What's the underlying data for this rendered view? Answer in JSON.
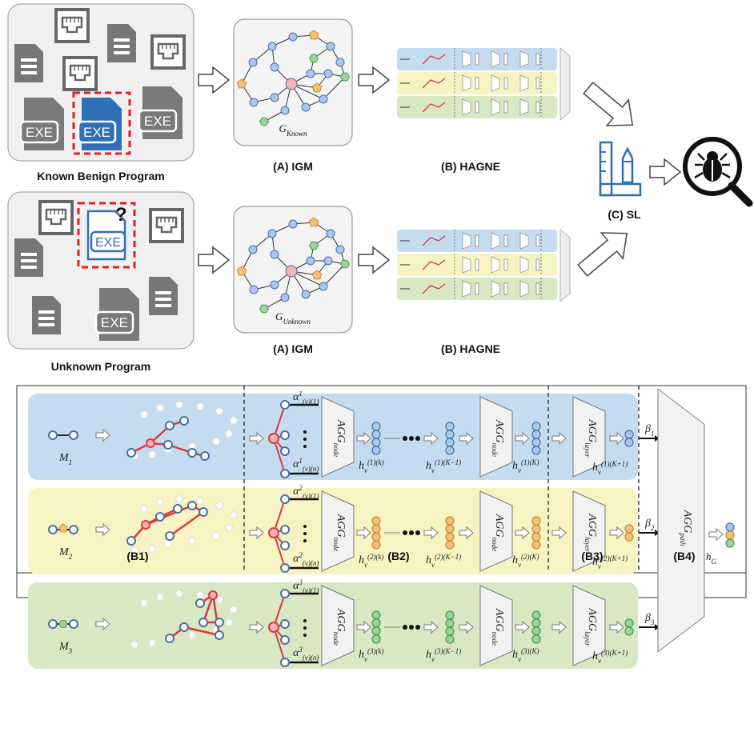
{
  "top": {
    "known_label": "Known Benign Program",
    "unknown_label": "Unknown Program",
    "igm_label": "(A) IGM",
    "hagne_label": "(B) HAGNE",
    "sl_label": "(C) SL",
    "g_known": "G",
    "g_known_sub": "Known",
    "g_unknown": "G",
    "g_unknown_sub": "Unknown",
    "exe_text": "EXE",
    "question_mark": "?"
  },
  "bottom": {
    "title": "(B) Hierarchical Attentional Graph Neural Encoder (HAGNE)",
    "section_labels": [
      "(B1)",
      "(B2)",
      "(B3)",
      "(B4)"
    ],
    "agg_node": "AGG",
    "agg_node_sub": "node",
    "agg_layer": "AGG",
    "agg_layer_sub": "layer",
    "agg_path": "AGG",
    "agg_path_sub": "path",
    "output": "h",
    "output_sub": "G",
    "rows": [
      {
        "m": "M",
        "m_sub": "1",
        "alpha_top": "α",
        "alpha_top_sup": "1",
        "alpha_top_sub": "(v)(1)",
        "alpha_bot": "α",
        "alpha_bot_sup": "1",
        "alpha_bot_sub": "(v)(n)",
        "h1": "h",
        "h1_sub": "v",
        "h1_sup": "(1)(k)",
        "h2": "h",
        "h2_sub": "v",
        "h2_sup": "(1)(K−1)",
        "h3": "h",
        "h3_sub": "v",
        "h3_sup": "(1)(K)",
        "h4": "h",
        "h4_sub": "v",
        "h4_sup": "(1)(K+1)",
        "beta": "β",
        "beta_sub": "1"
      },
      {
        "m": "M",
        "m_sub": "2",
        "alpha_top": "α",
        "alpha_top_sup": "2",
        "alpha_top_sub": "(v)(1)",
        "alpha_bot": "α",
        "alpha_bot_sup": "2",
        "alpha_bot_sub": "(v)(n)",
        "h1": "h",
        "h1_sub": "v",
        "h1_sup": "(2)(k)",
        "h2": "h",
        "h2_sub": "v",
        "h2_sup": "(2)(K−1)",
        "h3": "h",
        "h3_sub": "v",
        "h3_sup": "(2)(K)",
        "h4": "h",
        "h4_sub": "v",
        "h4_sup": "(2)(K+1)",
        "beta": "β",
        "beta_sub": "2"
      },
      {
        "m": "M",
        "m_sub": "3",
        "alpha_top": "α",
        "alpha_top_sup": "3",
        "alpha_top_sub": "(v)(1)",
        "alpha_bot": "α",
        "alpha_bot_sup": "3",
        "alpha_bot_sub": "(v)(n)",
        "h1": "h",
        "h1_sub": "v",
        "h1_sup": "(3)(k)",
        "h2": "h",
        "h2_sub": "v",
        "h2_sup": "(3)(K−1)",
        "h3": "h",
        "h3_sub": "v",
        "h3_sup": "(3)(K)",
        "h4": "h",
        "h4_sub": "v",
        "h4_sup": "(3)(K+1)",
        "beta": "β",
        "beta_sub": "3"
      }
    ]
  },
  "colors": {
    "row_blue": "#c5dcf0",
    "row_yellow": "#f8f3c2",
    "row_green": "#d8e8c3",
    "node_blue": "#a9c8ee",
    "node_orange": "#f4c07a",
    "node_green": "#9bd39a",
    "node_pink": "#f2b3b3",
    "edge_red": "#d93a3a",
    "icon_gray": "#7a7a7a",
    "icon_blue": "#2f6fb8"
  }
}
